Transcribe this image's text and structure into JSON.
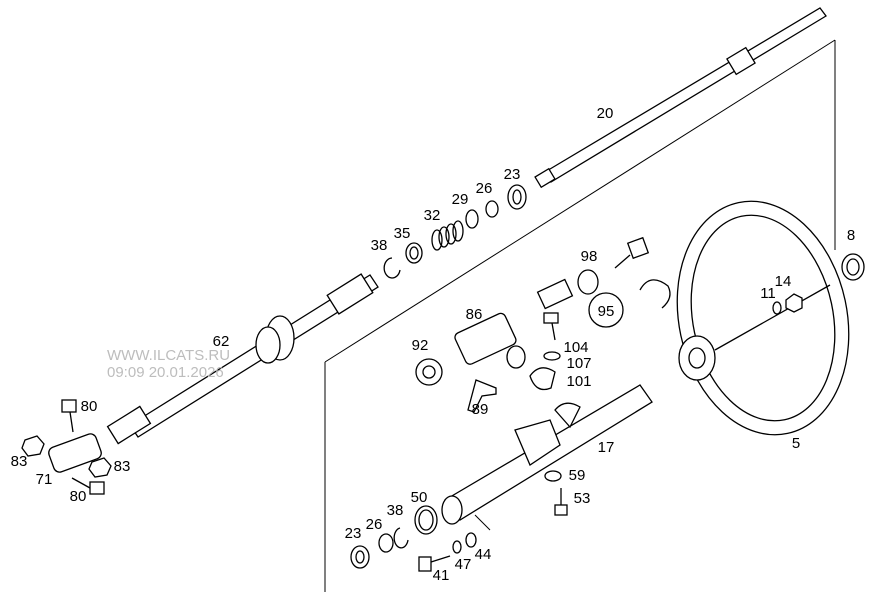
{
  "diagram": {
    "title": "Steering column parts diagram",
    "watermark": {
      "site": "WWW.ILCATS.RU",
      "timestamp": "09:09 20.01.2026"
    },
    "part_labels": {
      "p20": "20",
      "p23a": "23",
      "p26a": "26",
      "p29": "29",
      "p32": "32",
      "p35": "35",
      "p38a": "38",
      "p98": "98",
      "p8": "8",
      "p14": "14",
      "p11": "11",
      "p95": "95",
      "p86": "86",
      "p62": "62",
      "p92": "92",
      "p104": "104",
      "p107": "107",
      "p101": "101",
      "p80a": "80",
      "p89": "89",
      "p17": "17",
      "p5": "5",
      "p83a": "83",
      "p83b": "83",
      "p71": "71",
      "p59": "59",
      "p80b": "80",
      "p53": "53",
      "p50": "50",
      "p38b": "38",
      "p26b": "26",
      "p23b": "23",
      "p44": "44",
      "p47": "47",
      "p41": "41"
    }
  }
}
